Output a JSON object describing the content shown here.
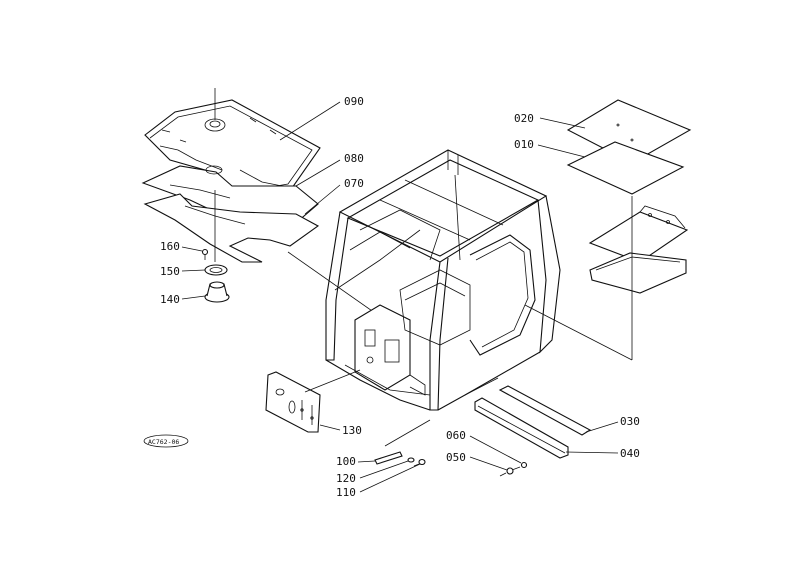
{
  "labels": {
    "p090": "090",
    "p080": "080",
    "p070": "070",
    "p160": "160",
    "p150": "150",
    "p140": "140",
    "p020": "020",
    "p010": "010",
    "p130": "130",
    "p060": "060",
    "p050": "050",
    "p030": "030",
    "p040": "040",
    "p100": "100",
    "p120": "120",
    "p110": "110"
  },
  "drawing_code": "AC762-06"
}
